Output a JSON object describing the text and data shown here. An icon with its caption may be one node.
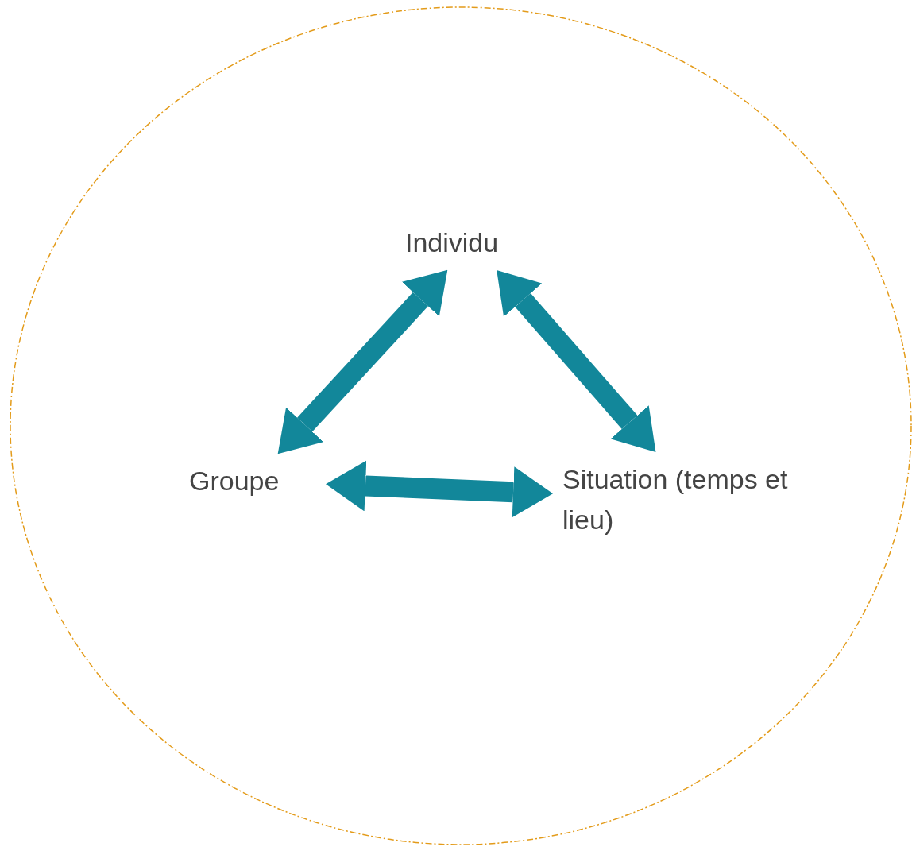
{
  "diagram": {
    "nodes": [
      {
        "text": [],
        "shape": "circle"
      },
      {
        "text": [
          "Individu"
        ],
        "in": 0
      },
      {
        "text": [
          "Groupe"
        ],
        "in": 0
      },
      {
        "text": [
          "Situation (temps et lieu)"
        ],
        "in": 0
      }
    ],
    "edges": [
      {
        "from": 1,
        "to": 2,
        "arrow": "both"
      },
      {
        "from": 1,
        "to": 3,
        "arrow": "both"
      },
      {
        "from": 2,
        "to": 3,
        "arrow": "both"
      }
    ]
  }
}
